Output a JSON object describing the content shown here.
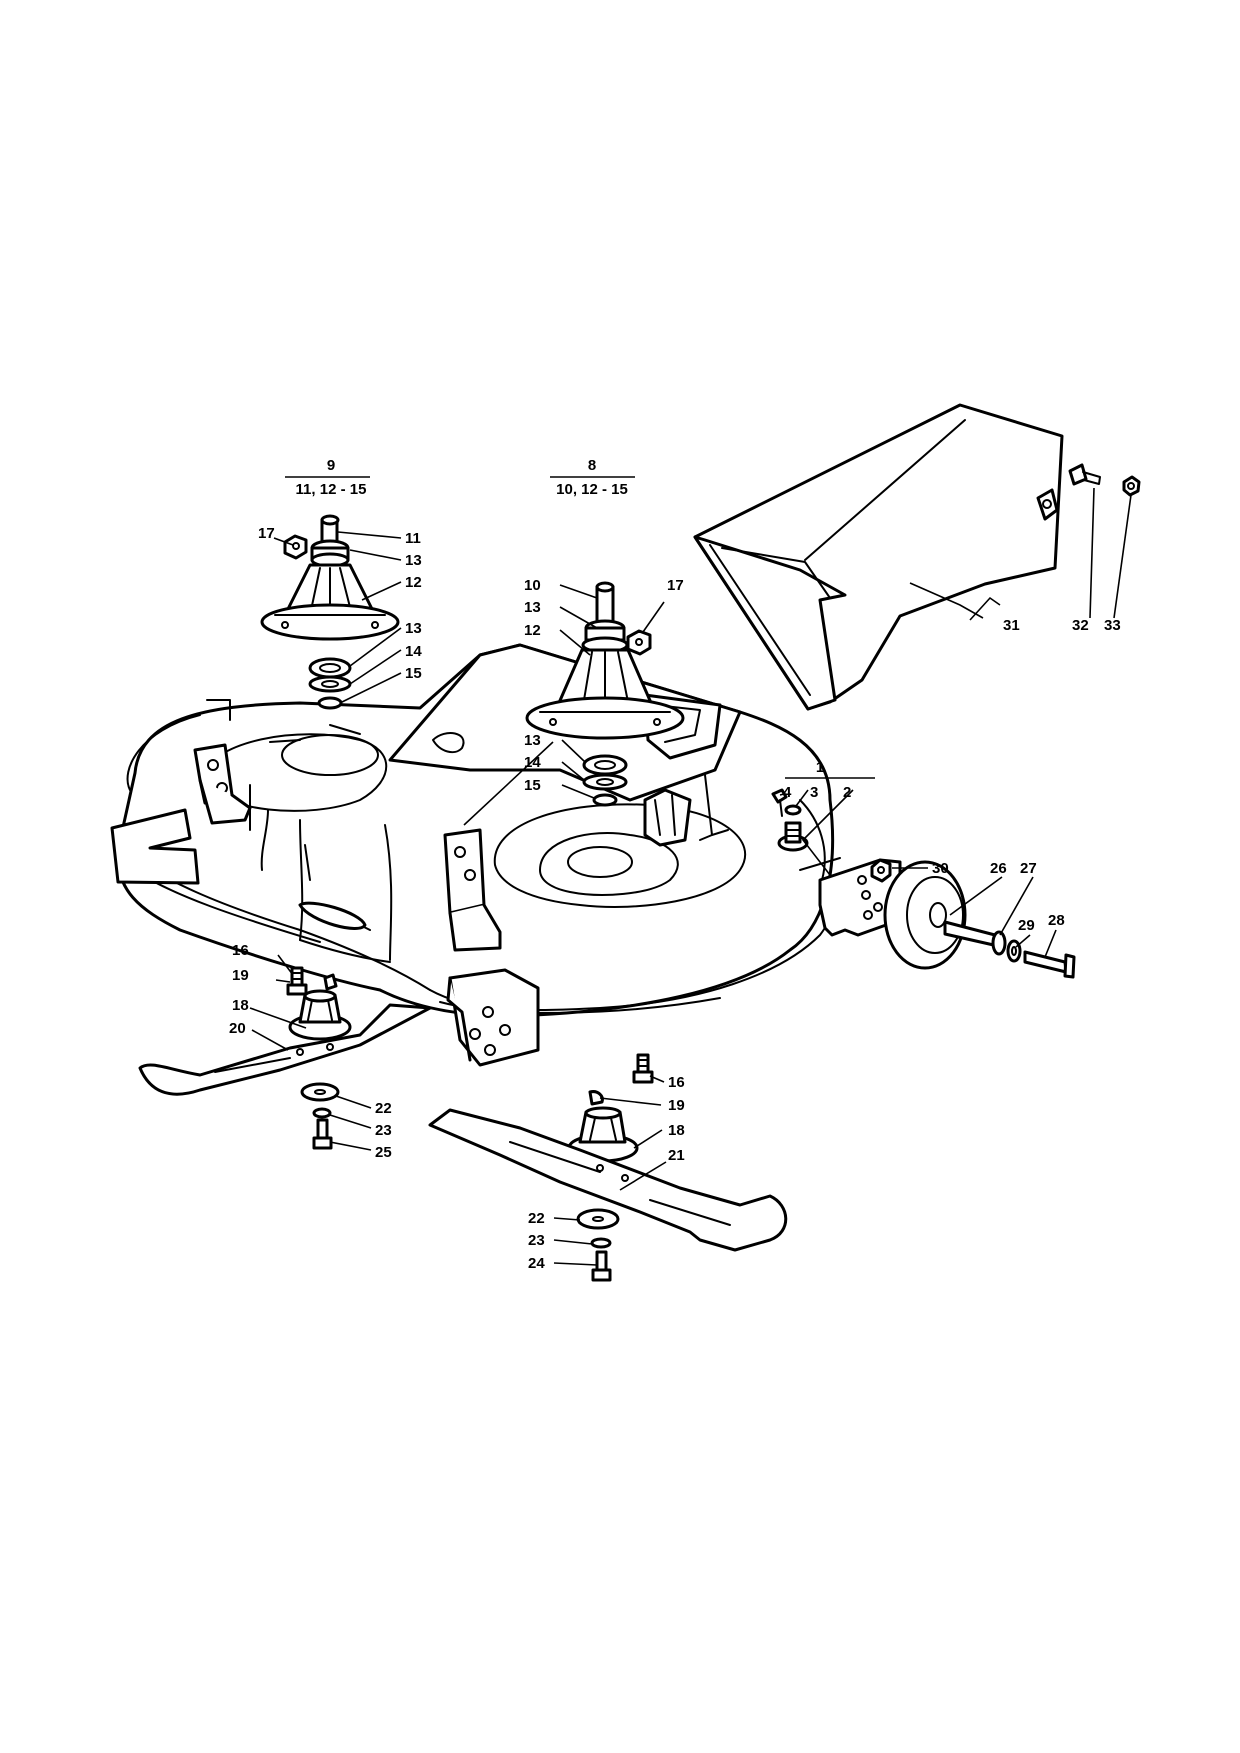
{
  "groups": {
    "left_spindle": {
      "title": "9",
      "subtitle": "11, 12 - 15"
    },
    "center_spindle": {
      "title": "8",
      "subtitle": "10, 12 - 15"
    },
    "deck_hardware": {
      "title": "1"
    }
  },
  "callouts": {
    "c1": "17",
    "c2": "11",
    "c3": "13",
    "c4": "12",
    "c5": "13",
    "c6": "14",
    "c7": "15",
    "c8": "10",
    "c9": "13",
    "c10": "12",
    "c11": "17",
    "c12": "13",
    "c13": "14",
    "c14": "15",
    "c15": "4",
    "c16": "3",
    "c17": "2",
    "c18": "30",
    "c19": "26",
    "c20": "27",
    "c21": "29",
    "c22": "28",
    "c23": "31",
    "c24": "32",
    "c25": "33",
    "c26": "16",
    "c27": "19",
    "c28": "18",
    "c29": "20",
    "c30": "22",
    "c31": "23",
    "c32": "25",
    "c33": "16",
    "c34": "19",
    "c35": "18",
    "c36": "21",
    "c37": "22",
    "c38": "23",
    "c39": "24"
  },
  "colors": {
    "ink": "#000000",
    "paper": "#ffffff"
  }
}
